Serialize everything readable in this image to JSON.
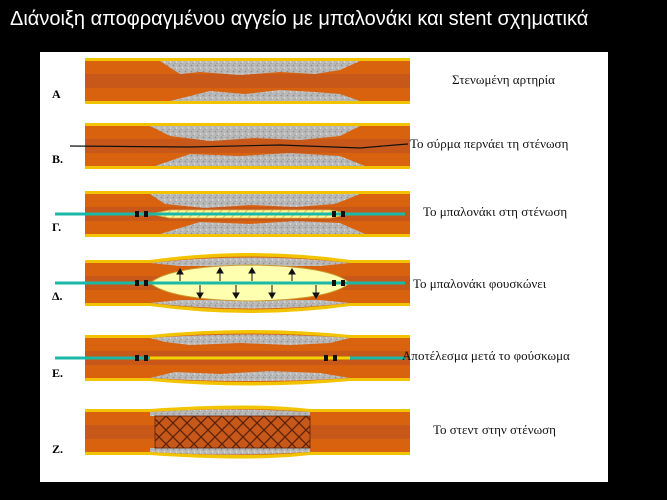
{
  "slide": {
    "title": "Διάνοιξη αποφραγμένου αγγείο με μπαλονάκι και stent σχηματικά"
  },
  "steps": [
    {
      "label": "A",
      "caption": "Στενωμένη αρτηρία"
    },
    {
      "label": "B.",
      "caption": "Το σύρμα περνάει τη στένωση"
    },
    {
      "label": "Γ.",
      "caption": "Το μπαλονάκι στη στένωση"
    },
    {
      "label": "Δ.",
      "caption": "Το μπαλονάκι φουσκώνει"
    },
    {
      "label": "E.",
      "caption": "Αποτέλεσμα μετά το φούσκωμα"
    },
    {
      "label": "Z.",
      "caption": "Το στεντ στην στένωση"
    }
  ],
  "colors": {
    "artery_wall": "#d9620f",
    "artery_edge": "#f2c400",
    "lumen": "#c8581a",
    "plaque": "#b9b9b9",
    "wire": "#1ab8a6",
    "balloon": "#ffffb0",
    "stent": "#8c3a12"
  }
}
